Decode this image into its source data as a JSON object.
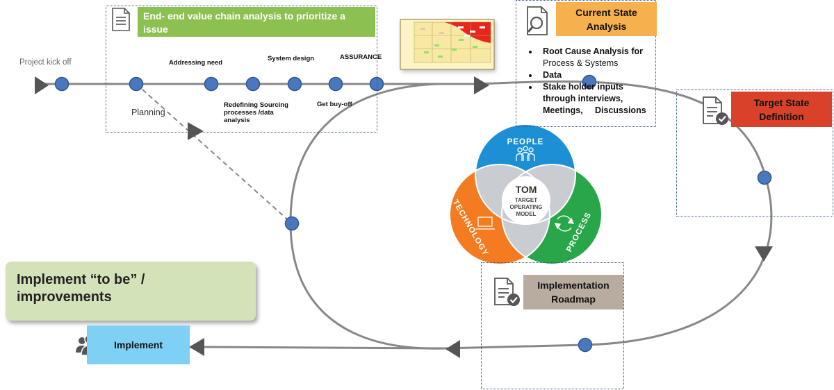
{
  "colors": {
    "line": "#888888",
    "node": "#4a78bd",
    "node_stroke": "#2f5596",
    "arrow": "#555555",
    "green_band": "#8cc152",
    "orange_band": "#f6b04e",
    "red_band": "#d9412a",
    "taupe_band": "#b8aba0",
    "blue_band": "#7fd0f5",
    "implement_box": "#d3e2b9",
    "people": "#1d8fd4",
    "technology": "#f47b20",
    "process": "#2aa64a",
    "center": "#c9cdd2"
  },
  "kickoff": {
    "label": "Project kick off"
  },
  "value_chain": {
    "title": "End- end value chain analysis to prioritize a issue",
    "icon": "document-icon",
    "steps": {
      "planning": "Planning",
      "addressing": "Addressing need",
      "redefining": "Redefining Sourcing processes /data analysis",
      "system_design": "System design",
      "buy_off": "Get buy-off",
      "assurance": "ASSURANCE"
    }
  },
  "current_state": {
    "title": "Current State Analysis",
    "icon": "document-search-icon",
    "bullets": [
      {
        "bold": "Root Cause Analysis for",
        "normal": "Process & Systems"
      },
      {
        "bold": "Data",
        "normal": ""
      },
      {
        "bold": "Stake holder inputs through interviews, Meetings,     Discussions",
        "normal": ""
      }
    ]
  },
  "target_state": {
    "title": "Target State Definition",
    "icon": "document-check-icon"
  },
  "roadmap": {
    "title": "Implementation Roadmap",
    "icon": "document-check-icon"
  },
  "tom": {
    "people": "PEOPLE",
    "technology": "TECHNOLOGY",
    "process": "PROCESS",
    "center_title": "TOM",
    "center_sub1": "TARGET",
    "center_sub2": "OPERATING",
    "center_sub3": "MODEL"
  },
  "implement_to_be": {
    "text": "Implement “to be” / improvements"
  },
  "implement": {
    "label": "Implement",
    "icon": "people-group-icon"
  }
}
